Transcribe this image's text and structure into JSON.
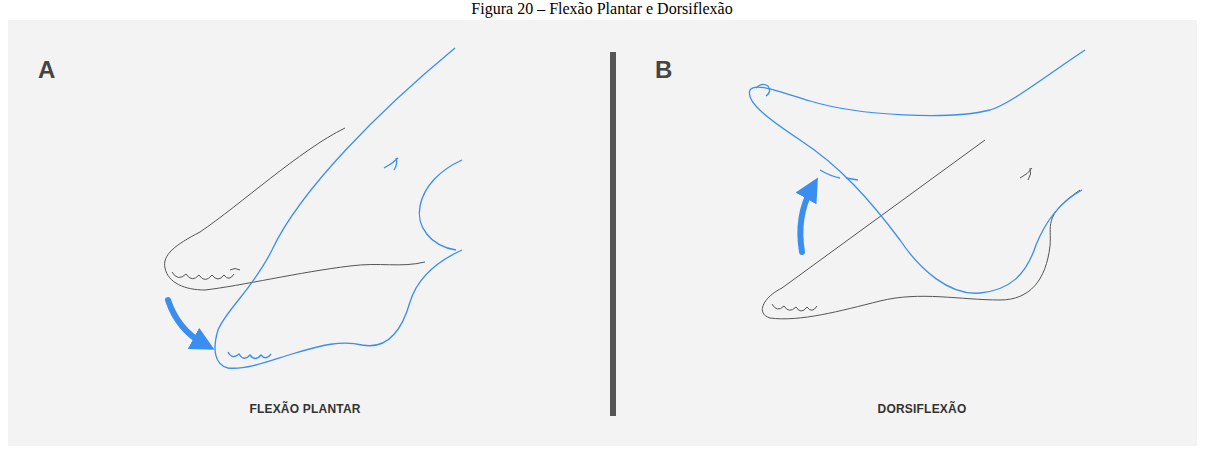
{
  "diagram": {
    "title": "Figura 20 – Flexão Plantar e Dorsiflexão",
    "labels": [
      "A",
      "FLEXÃO PLANTAR",
      "B",
      "DORSIFLEXÃO"
    ]
  }
}
